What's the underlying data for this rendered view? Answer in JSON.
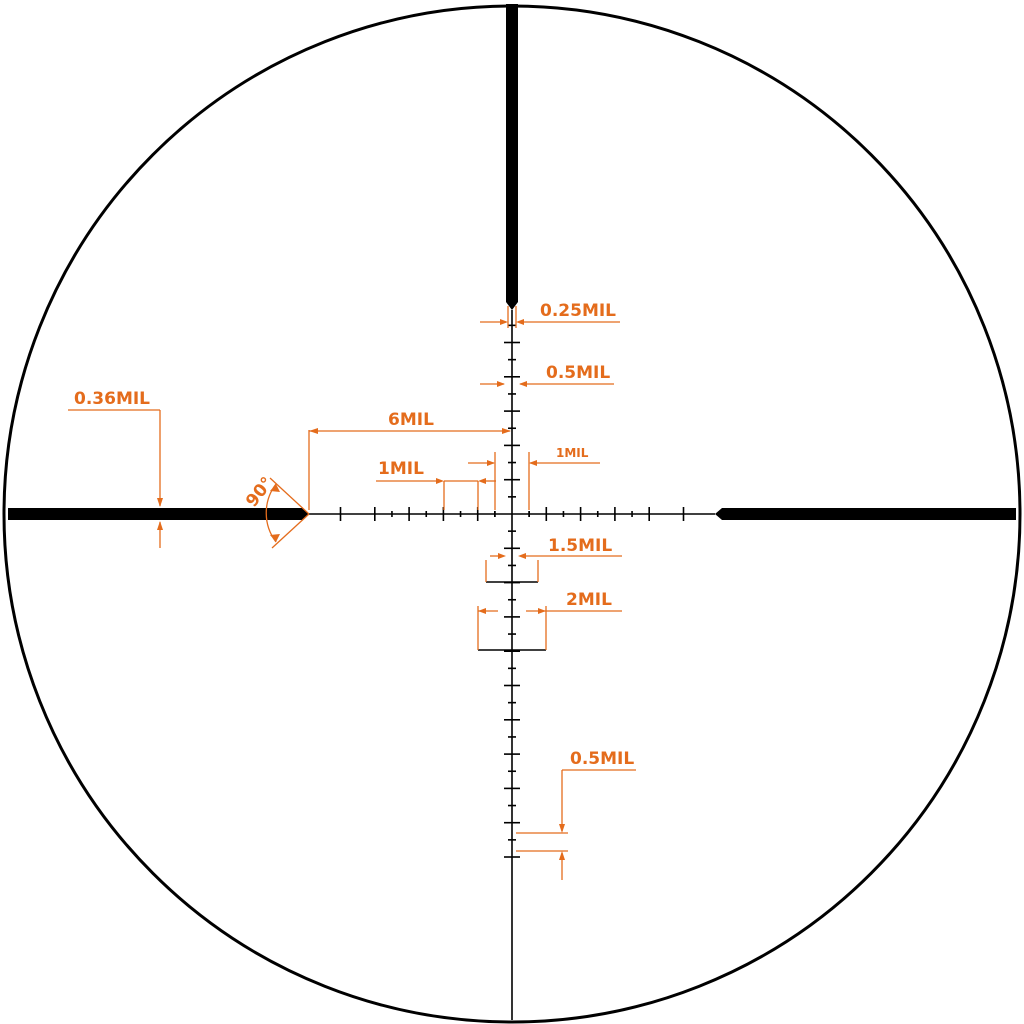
{
  "colors": {
    "reticle": "#000000",
    "annotation": "#e46c1c",
    "background": "#ffffff"
  },
  "labels": {
    "post_width": "0.25MIL",
    "hash_length": "0.5MIL",
    "bar_thickness": "0.36MIL",
    "post_gap": "6MIL",
    "hash_spacing": "1MIL",
    "half_hash_spacing": "1MIL",
    "post_angle": "90°",
    "hash_1_5": "1.5MIL",
    "hash_2": "2MIL",
    "lower_spacing": "0.5MIL"
  }
}
